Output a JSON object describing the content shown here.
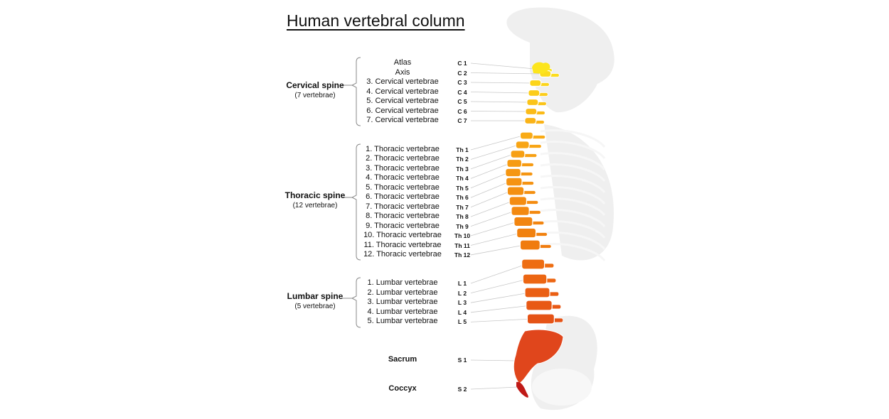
{
  "title": "Human vertebral column",
  "groups": [
    {
      "name": "Cervical spine",
      "count": "(7 vertebrae)"
    },
    {
      "name": "Thoracic spine",
      "count": "(12 vertebrae)"
    },
    {
      "name": "Lumbar spine",
      "count": "(5 vertebrae)"
    }
  ],
  "vertebrae": [
    {
      "label": "Atlas",
      "code": "C 1",
      "group": 0,
      "color": "#fce51d"
    },
    {
      "label": "Axis",
      "code": "C 2",
      "group": 0,
      "color": "#fcdc1c"
    },
    {
      "label": "3. Cervical vertebrae",
      "code": "C 3",
      "group": 0,
      "color": "#fcd51b"
    },
    {
      "label": "4. Cervical vertebrae",
      "code": "C 4",
      "group": 0,
      "color": "#fccd1a"
    },
    {
      "label": "5. Cervical vertebrae",
      "code": "C 5",
      "group": 0,
      "color": "#fbc419"
    },
    {
      "label": "6. Cervical vertebrae",
      "code": "C 6",
      "group": 0,
      "color": "#fbbb18"
    },
    {
      "label": "7. Cervical vertebrae",
      "code": "C 7",
      "group": 0,
      "color": "#fab317"
    },
    {
      "label": "1. Thoracic vertebrae",
      "code": "Th 1",
      "group": 1,
      "color": "#f9ab16"
    },
    {
      "label": "2. Thoracic vertebrae",
      "code": "Th 2",
      "group": 1,
      "color": "#f8a515"
    },
    {
      "label": "3. Thoracic vertebrae",
      "code": "Th 3",
      "group": 1,
      "color": "#f7a014"
    },
    {
      "label": "4. Thoracic vertebrae",
      "code": "Th 4",
      "group": 1,
      "color": "#f69b13"
    },
    {
      "label": "5. Thoracic vertebrae",
      "code": "Th 5",
      "group": 1,
      "color": "#f59612"
    },
    {
      "label": "6. Thoracic vertebrae",
      "code": "Th 6",
      "group": 1,
      "color": "#f59312"
    },
    {
      "label": "7. Thoracic vertebrae",
      "code": "Th 7",
      "group": 1,
      "color": "#f49011"
    },
    {
      "label": "8. Thoracic vertebrae",
      "code": "Th 8",
      "group": 1,
      "color": "#f48c11"
    },
    {
      "label": "9. Thoracic vertebrae",
      "code": "Th 9",
      "group": 1,
      "color": "#f38910"
    },
    {
      "label": "10. Thoracic vertebrae",
      "code": "Th 10",
      "group": 1,
      "color": "#f28510"
    },
    {
      "label": "11. Thoracic vertebrae",
      "code": "Th 11",
      "group": 1,
      "color": "#f1810f"
    },
    {
      "label": "12. Thoracic vertebrae",
      "code": "Th 12",
      "group": 1,
      "color": "#f07c0f"
    },
    {
      "label": "1. Lumbar vertebrae",
      "code": "L 1",
      "group": 2,
      "color": "#ee6d12"
    },
    {
      "label": "2. Lumbar vertebrae",
      "code": "L 2",
      "group": 2,
      "color": "#ec6613"
    },
    {
      "label": "3. Lumbar vertebrae",
      "code": "L 3",
      "group": 2,
      "color": "#ea5f14"
    },
    {
      "label": "4. Lumbar vertebrae",
      "code": "L 4",
      "group": 2,
      "color": "#e85915"
    },
    {
      "label": "5. Lumbar vertebrae",
      "code": "L 5",
      "group": 2,
      "color": "#e55316"
    }
  ],
  "special": [
    {
      "label": "Sacrum",
      "code": "S 1",
      "color": "#e0461c"
    },
    {
      "label": "Coccyx",
      "code": "S 2",
      "color": "#c01a17"
    }
  ],
  "colors": {
    "text": "#111111",
    "bracket": "#888888",
    "leader": "#c8c8c8",
    "skeleton": "#efefef"
  }
}
